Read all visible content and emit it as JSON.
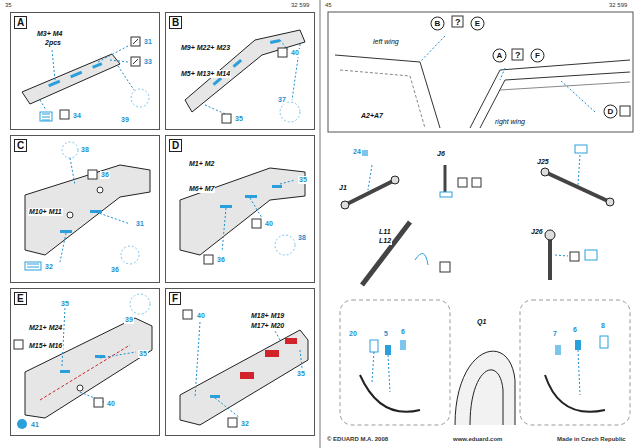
{
  "diagram": {
    "nodes": [
      {
        "text": [
          "A"
        ]
      },
      {
        "text": [
          "B"
        ]
      },
      {
        "text": [
          "C"
        ]
      },
      {
        "text": [
          "D"
        ]
      },
      {
        "text": [
          "E"
        ]
      },
      {
        "text": [
          "F"
        ]
      },
      {
        "text": [
          "B"
        ]
      },
      {
        "text": [
          "E"
        ]
      },
      {
        "text": [
          "A"
        ]
      },
      {
        "text": [
          "F"
        ]
      },
      {
        "text": [
          "D"
        ]
      }
    ],
    "labels": [
      "35",
      "32 599",
      "45",
      "32 599",
      "M3+ M4",
      "2pcs",
      "31",
      "33",
      "34",
      "39",
      "M9+ M22+ M23",
      "M5+ M13+ M14",
      "40",
      "35",
      "37",
      "38",
      "36",
      "M10+ M11",
      "31",
      "36",
      "32",
      "M1+ M2",
      "M6+ M7",
      "35",
      "40",
      "38",
      "36",
      "35",
      "M21+ M24",
      "M15+ M16",
      "35",
      "40",
      "41",
      "39",
      "40",
      "M18+ M19",
      "M17+ M20",
      "35",
      "32",
      "left wing",
      "right wing",
      "A2+A7",
      "24",
      "J1",
      "J6",
      "J25",
      "J26",
      "L11",
      "L12",
      "Q1",
      "20",
      "5",
      "6",
      "7",
      "6",
      "8",
      "© EDUARD M.A. 2008",
      "www.eduard.com",
      "Made in Czech Republic"
    ]
  }
}
